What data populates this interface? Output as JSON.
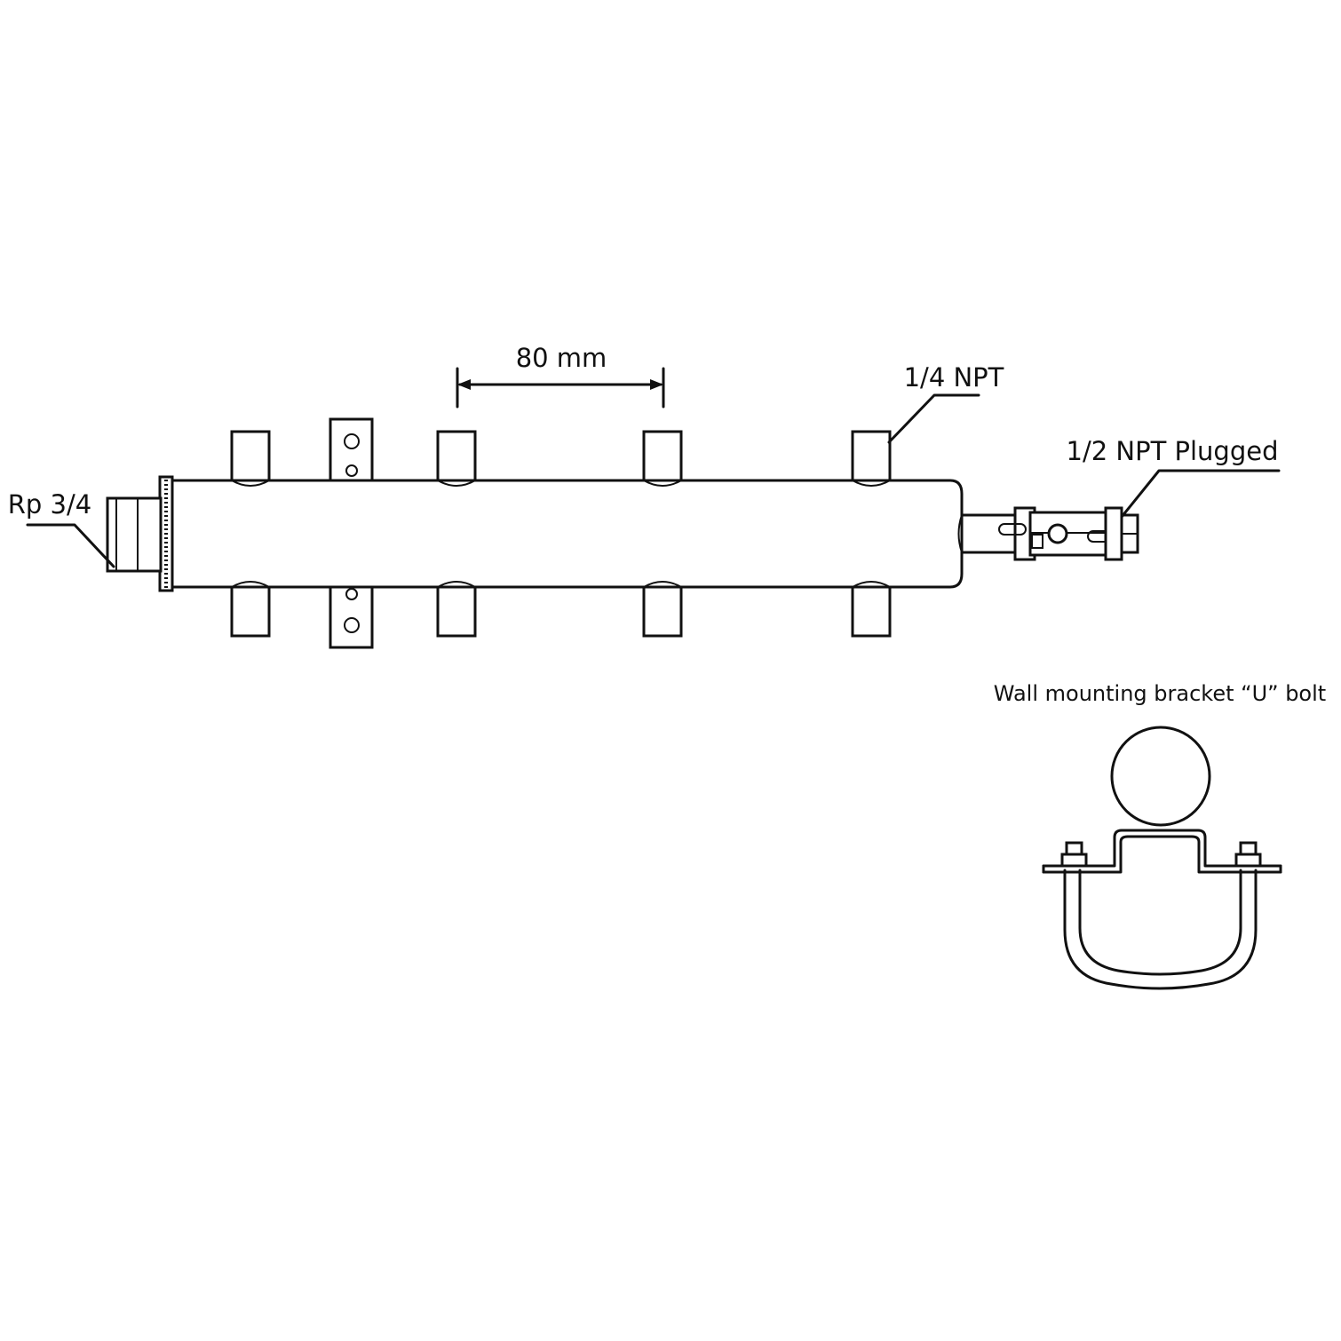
{
  "labels": {
    "spacing": "80 mm",
    "outlet_thread": "1/4 NPT",
    "end_plug": "1/2 NPT Plugged",
    "inlet_thread": "Rp 3/4",
    "bracket_caption": "Wall mounting bracket “U” bolt"
  },
  "colors": {
    "line": "#111111",
    "background": "#ffffff"
  }
}
